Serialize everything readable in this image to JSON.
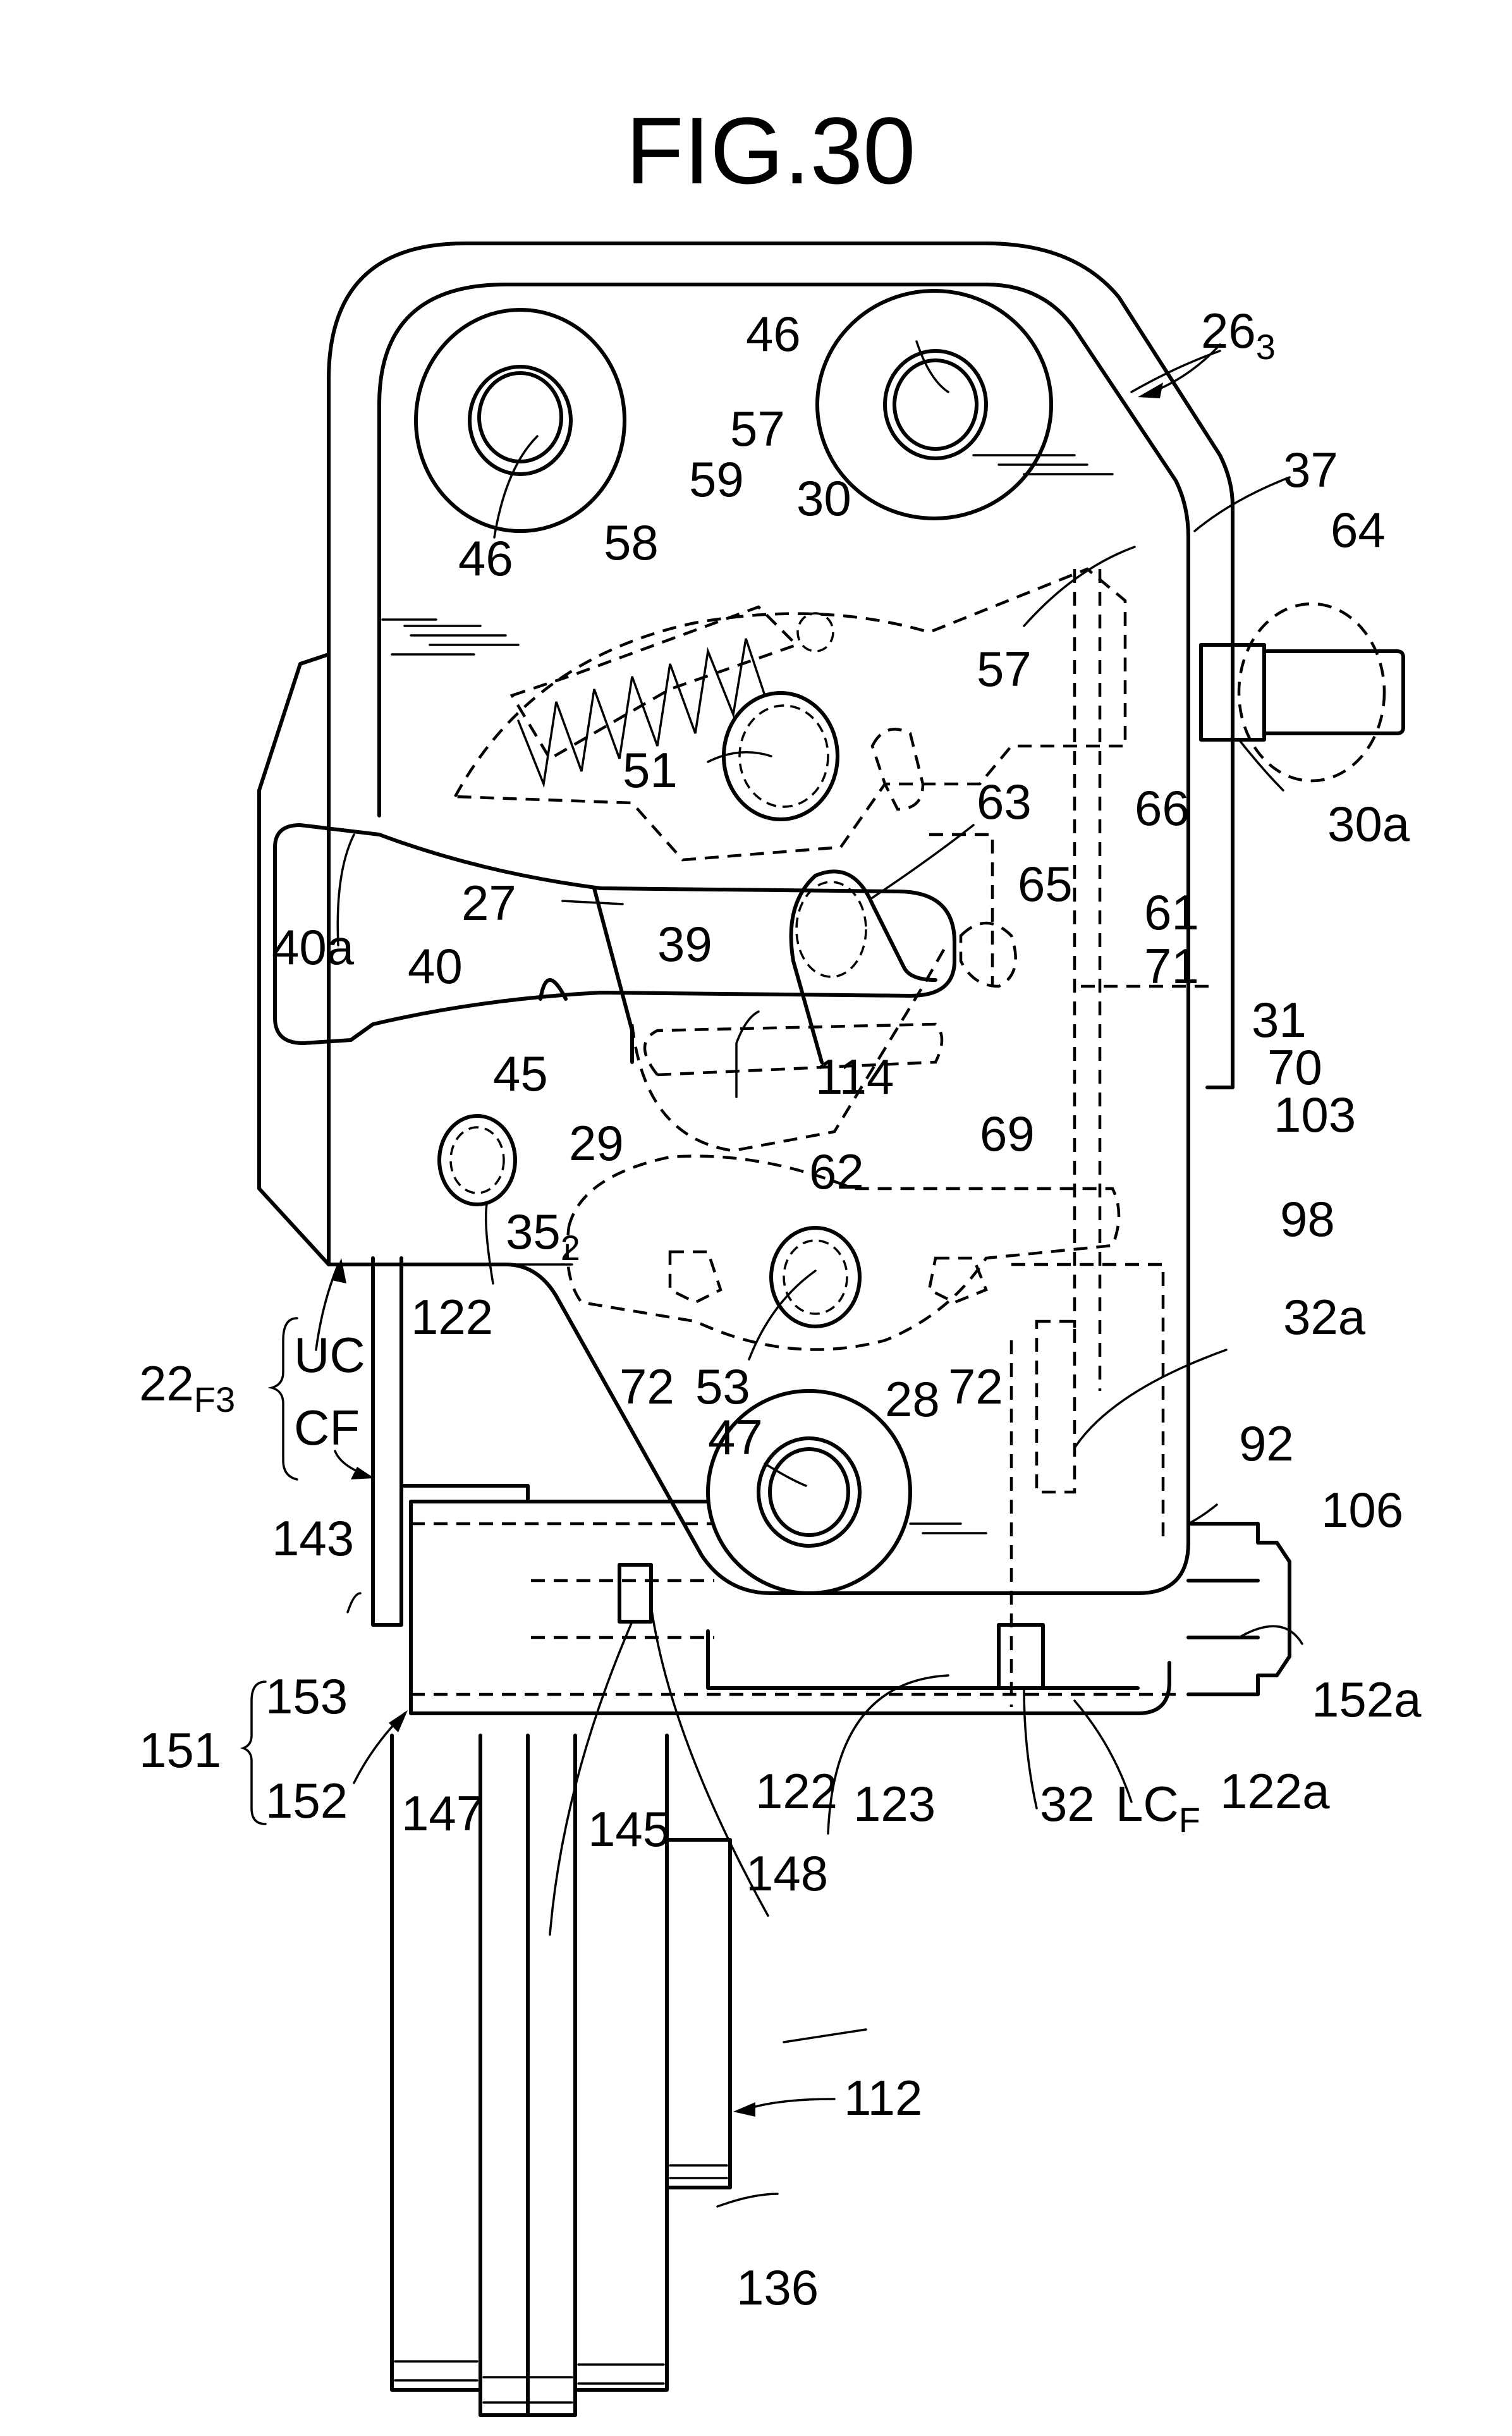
{
  "figure": {
    "title": "FIG.30",
    "colors": {
      "ink": "#000000",
      "paper": "#ffffff"
    }
  },
  "labels": {
    "l46a": "46",
    "l46b": "46",
    "l263": "26",
    "l263_sub": "3",
    "l37": "37",
    "l57a": "57",
    "l59": "59",
    "l30": "30",
    "l64": "64",
    "l58": "58",
    "l57b": "57",
    "l51": "51",
    "l63": "63",
    "l66": "66",
    "l30a": "30a",
    "l40a": "40a",
    "l27": "27",
    "l39": "39",
    "l65": "65",
    "l61": "61",
    "l40": "40",
    "l71": "71",
    "l45": "45",
    "l31": "31",
    "l114": "114",
    "l70": "70",
    "l69": "69",
    "l29": "29",
    "l62": "62",
    "l103": "103",
    "l352": "35",
    "l352_sub": "2",
    "l98": "98",
    "l122a": "122",
    "l22": "22",
    "l22_sub": "F3",
    "lUC": "UC",
    "lCF": "CF",
    "l72a": "72",
    "l53": "53",
    "l28": "28",
    "l72b": "72",
    "l32a": "32a",
    "l47": "47",
    "l92": "92",
    "l143": "143",
    "l106": "106",
    "l153": "153",
    "l152a": "152a",
    "l151": "151",
    "l152": "152",
    "l147": "147",
    "l145": "145",
    "l122b": "122",
    "l123": "123",
    "l32": "32",
    "lLC": "LC",
    "lLC_sub": "F",
    "l122a2": "122a",
    "l148": "148",
    "l112": "112",
    "l136": "136"
  }
}
